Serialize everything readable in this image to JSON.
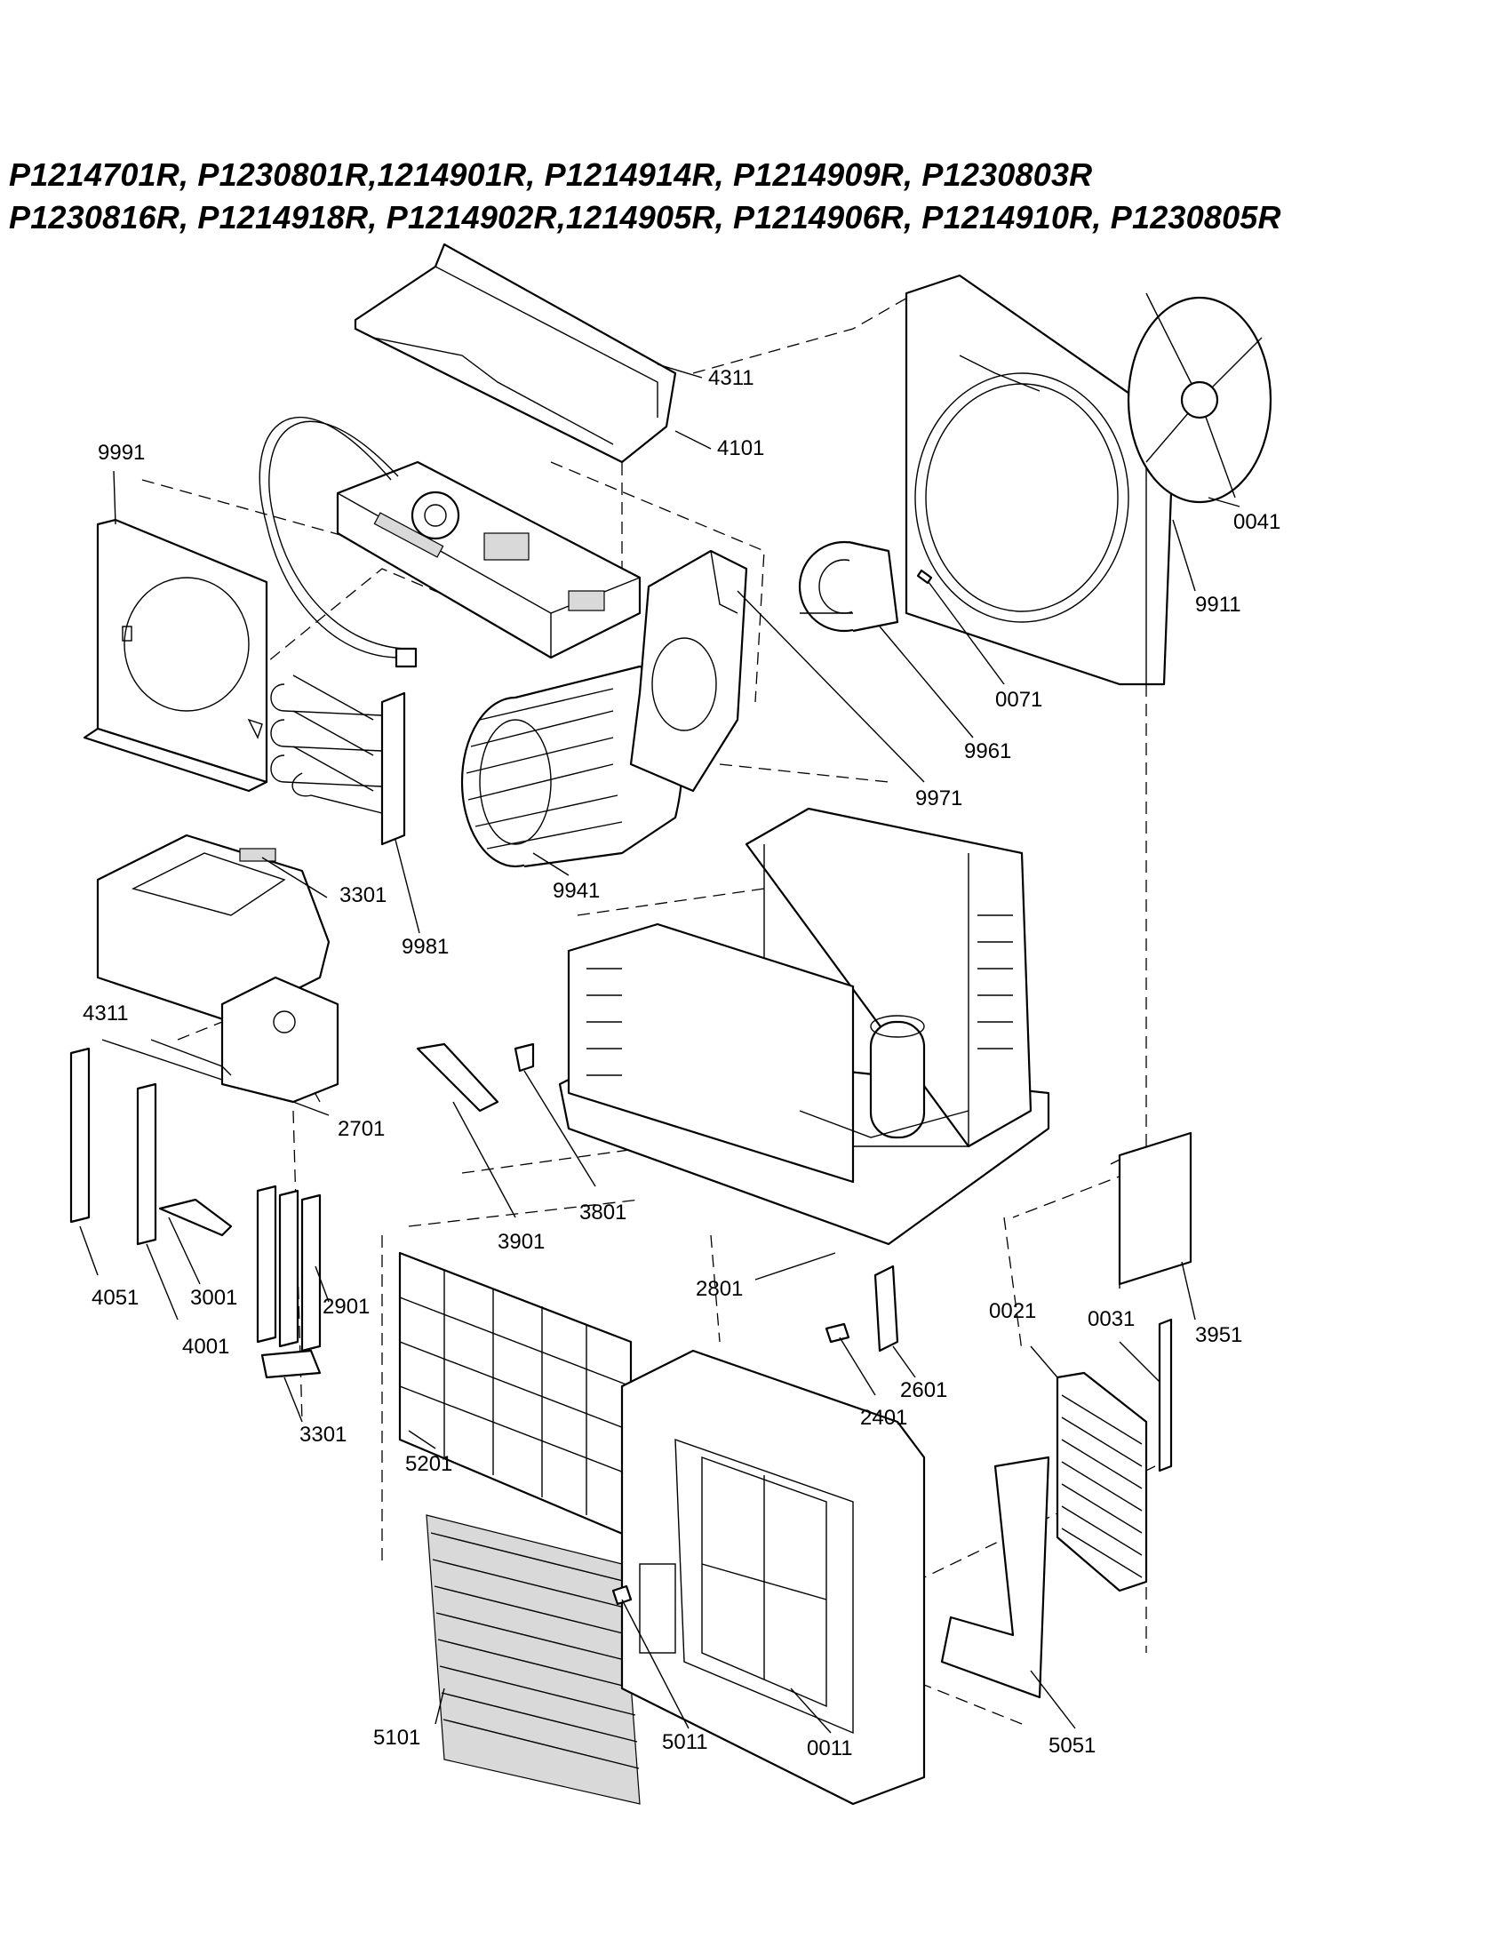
{
  "title_lines": [
    "P1214701R, P1230801R,1214901R, P1214914R, P1214909R, P1230803R",
    "P1230816R, P1214918R, P1214902R,1214905R, P1214906R, P1214910R, P1230805R"
  ],
  "part_labels": {
    "p4311a": "4311",
    "p4101": "4101",
    "p9991": "9991",
    "p0041": "0041",
    "p9911": "9911",
    "p0071": "0071",
    "p9961": "9961",
    "p9971": "9971",
    "p3301a": "3301",
    "p9981": "9981",
    "p9941": "9941",
    "p4311b": "4311",
    "p2701": "2701",
    "p3801": "3801",
    "p3901": "3901",
    "p4051": "4051",
    "p3001": "3001",
    "p4001": "4001",
    "p2901": "2901",
    "p3301b": "3301",
    "p2801": "2801",
    "p2601": "2601",
    "p2401": "2401",
    "p0021": "0021",
    "p0031": "0031",
    "p3951": "3951",
    "p5201": "5201",
    "p5101": "5101",
    "p5011": "5011",
    "p0011": "0011",
    "p5051": "5051"
  }
}
